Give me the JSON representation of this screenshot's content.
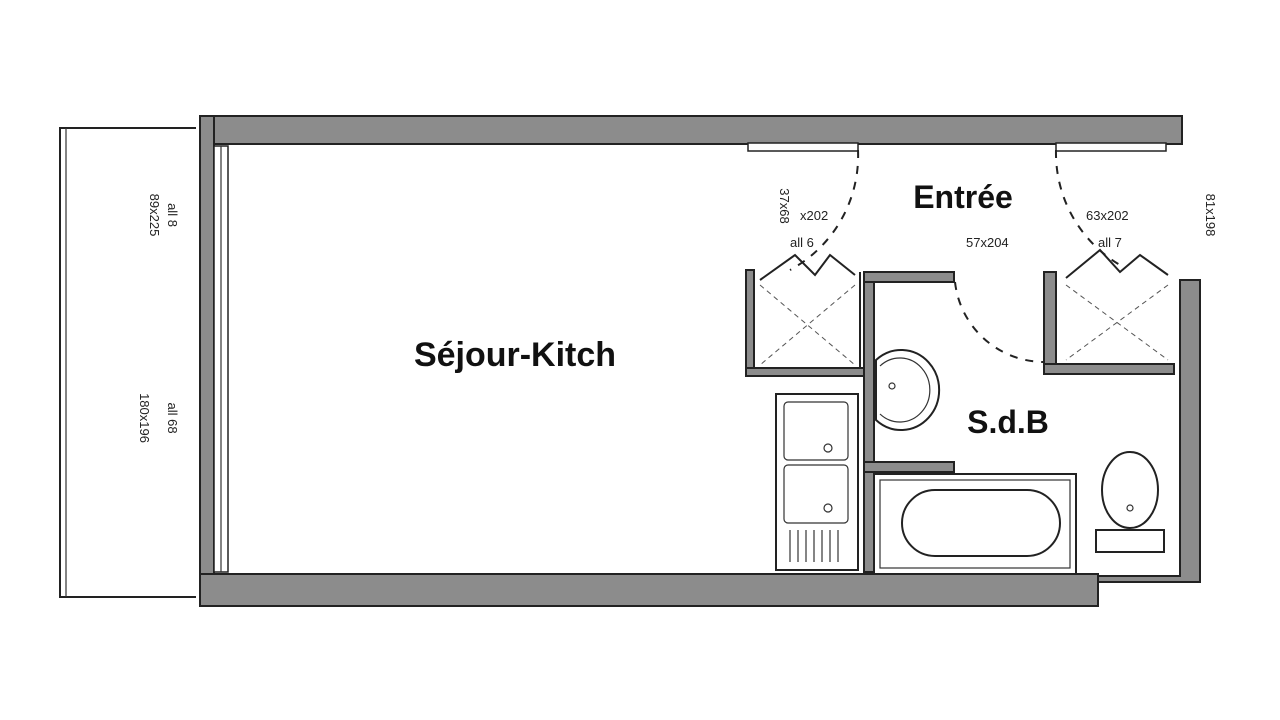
{
  "rooms": {
    "living": "Séjour-Kitch",
    "entry": "Entrée",
    "bathroom": "S.d.B"
  },
  "dimensions": {
    "window_top": "89x225",
    "window_top_sill": "all 8",
    "window_bottom": "180x196",
    "window_bottom_sill": "all 68",
    "closet_left_a": "37x68",
    "closet_left_b": "x202",
    "closet_left_sill": "all 6",
    "door_bath": "57x204",
    "closet_right": "63x202",
    "closet_right_sill": "all 7",
    "entry_door": "81x198"
  },
  "colors": {
    "wall": "#8c8c8c",
    "line": "#222222"
  }
}
